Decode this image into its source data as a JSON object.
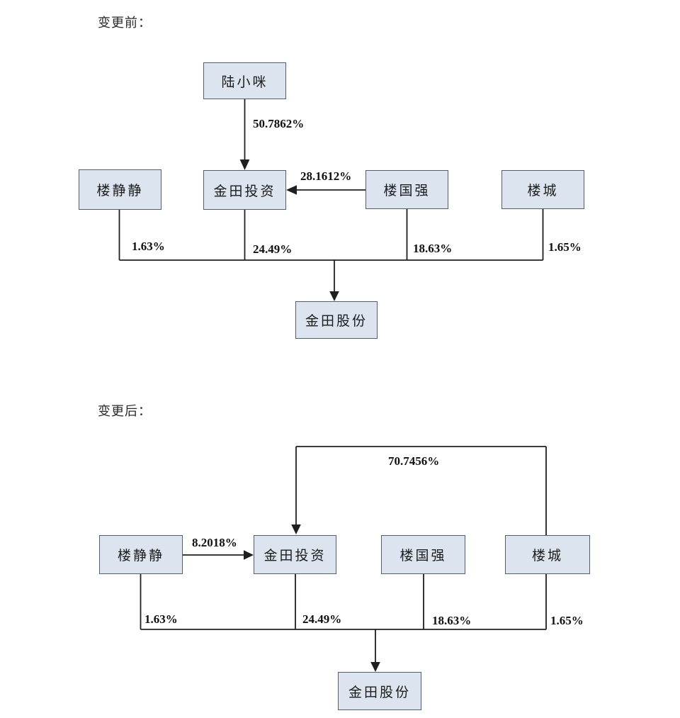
{
  "colors": {
    "node_fill": "#dce4f0",
    "node_border": "#555e6a",
    "line": "#1f1f1f"
  },
  "before": {
    "section_label": "变更前：",
    "nodes": {
      "lu_xiaomi": "陆小咪",
      "lou_jingjing": "楼静静",
      "jintian_investment": "金田投资",
      "lou_guoqiang": "楼国强",
      "lou_cheng": "楼城",
      "jintian_shares": "金田股份"
    },
    "edge_labels": {
      "lu_to_investment": "50.7862%",
      "guoqiang_to_investment": "28.1612%",
      "jingjing_to_shares": "1.63%",
      "investment_to_shares": "24.49%",
      "guoqiang_to_shares": "18.63%",
      "cheng_to_shares": "1.65%"
    }
  },
  "after": {
    "section_label": "变更后：",
    "nodes": {
      "lou_jingjing": "楼静静",
      "jintian_investment": "金田投资",
      "lou_guoqiang": "楼国强",
      "lou_cheng": "楼城",
      "jintian_shares": "金田股份"
    },
    "edge_labels": {
      "cheng_to_investment": "70.7456%",
      "jingjing_to_investment": "8.2018%",
      "jingjing_to_shares": "1.63%",
      "investment_to_shares": "24.49%",
      "guoqiang_to_shares": "18.63%",
      "cheng_to_shares": "1.65%"
    }
  }
}
